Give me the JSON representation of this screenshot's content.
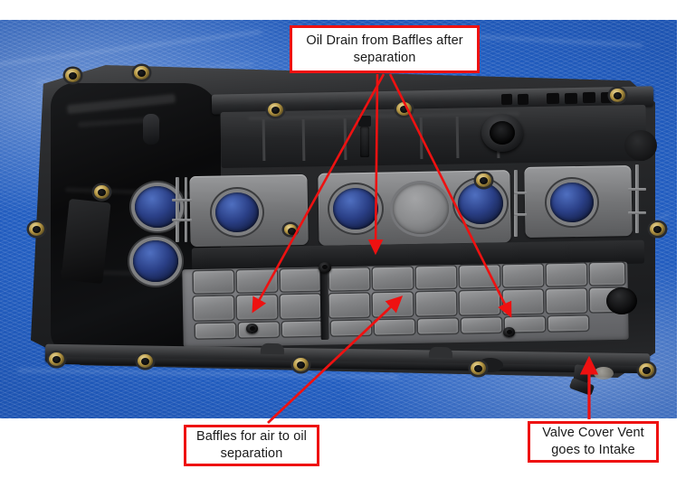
{
  "image": {
    "subject": "engine-valve-cover-underside",
    "photo_background": "blue tarp",
    "annotation_color": "#ee1111",
    "label_text_color": "#1a1a1a",
    "label_fill_color": "#ffffff"
  },
  "annotations": {
    "oil_drain": {
      "text": "Oil Drain from Baffles after separation",
      "line1": "Oil Drain from Baffles after",
      "line2": "separation",
      "arrow_count": 3,
      "targets": "three drain nipples on the baffle plate"
    },
    "baffles": {
      "text": "Baffles for air to oil separation",
      "line1": "Baffles for air to oil",
      "line2": "separation",
      "arrow_count": 1,
      "targets": "grid of baffle cells in lower center"
    },
    "vent": {
      "text": "Valve Cover Vent goes to Intake",
      "line1": "Valve Cover Vent",
      "line2": "goes to Intake",
      "arrow_count": 1,
      "targets": "vent nipple on lower right of cover"
    }
  }
}
